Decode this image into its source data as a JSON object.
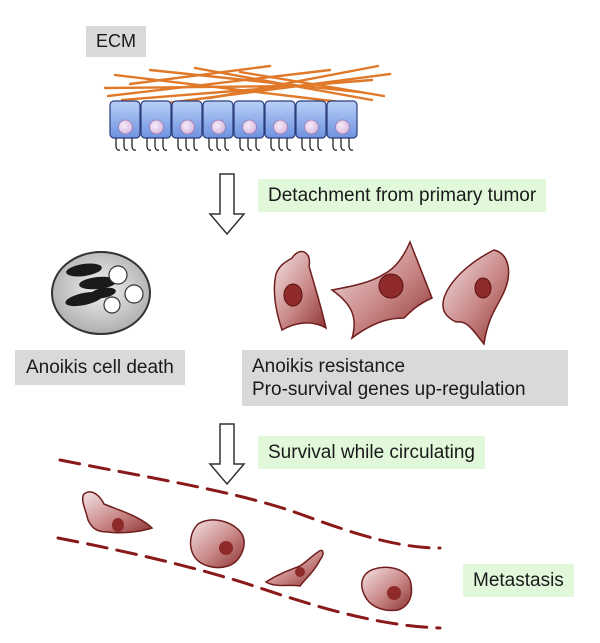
{
  "labels": {
    "ecm": "ECM",
    "detachment": "Detachment from primary tumor",
    "anoikis_death": "Anoikis cell death",
    "resistance_line1": "Anoikis resistance",
    "resistance_line2": "Pro-survival genes up-regulation",
    "survival": "Survival while circulating",
    "metastasis": "Metastasis"
  },
  "colors": {
    "fiber": "#e07a2a",
    "epithelial_cell": "#8fb0ef",
    "nucleus_light": "#e6d2ee",
    "tumor_cell": "#9b3a3a",
    "tumor_nucleus": "#6e1414",
    "vessel": "#8a1a1a",
    "label_gray": "#d9d9d9",
    "label_green": "#e2f8db"
  }
}
